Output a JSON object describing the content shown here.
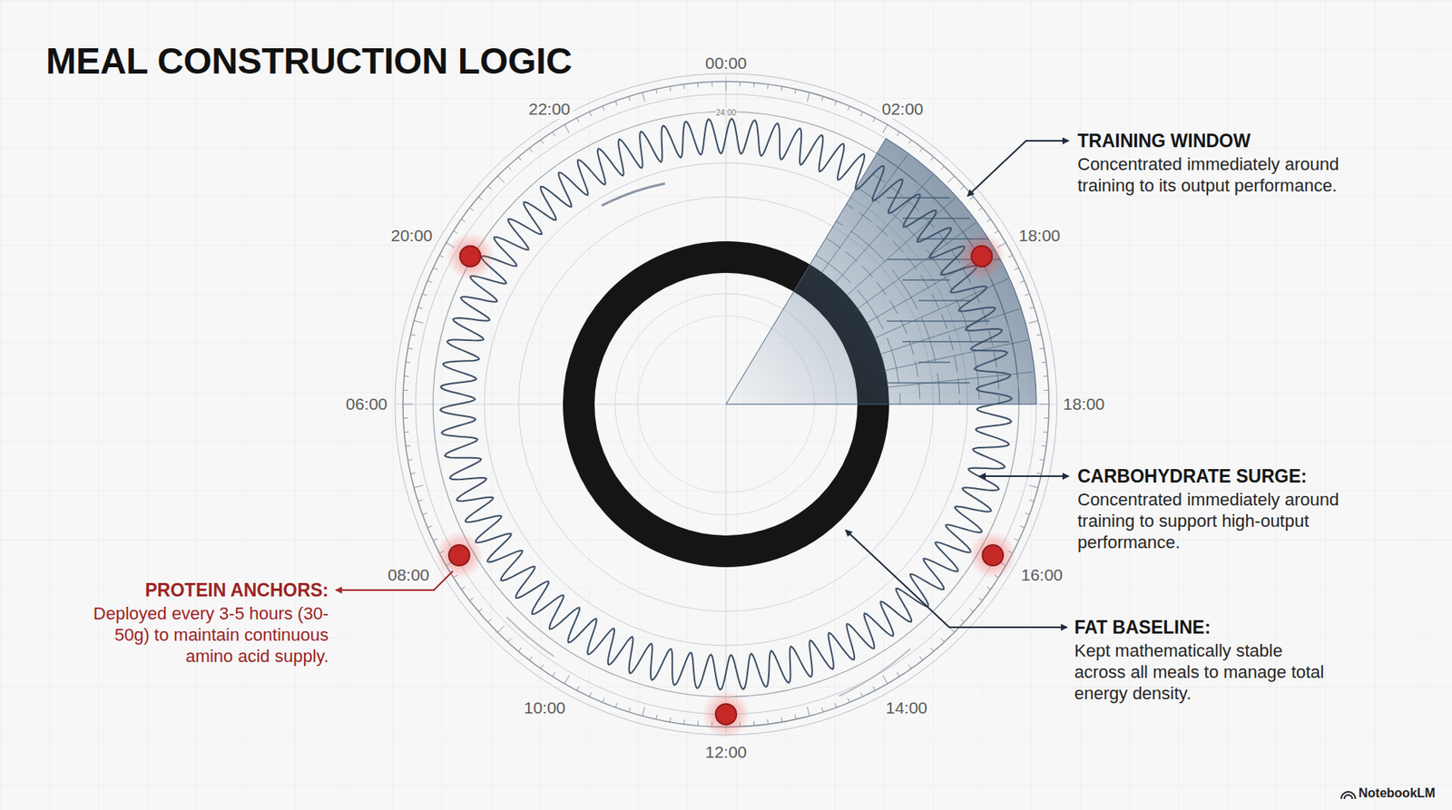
{
  "diagram": {
    "title": "MEAL CONSTRUCTION LOGIC",
    "labels": [
      "00:00",
      "22:00",
      "02:00",
      "20:00",
      "18:00",
      "06:00",
      "18:00",
      "08:00",
      "16:00",
      "10:00",
      "14:00",
      "12:00",
      "24:00",
      "TRAINING WINDOW",
      "Concentrated immediately around training to its output performance.",
      "CARBOHYDRATE SURGE:",
      "Concentrated immediately around training to support high-output performance.",
      "FAT BASELINE:",
      "Kept mathematically stable across all meals to manage total energy density.",
      "PROTEIN ANCHORS:",
      "Deployed every 3-5 hours (30-50g) to maintain continuous amino acid supply.",
      "NotebookLM"
    ]
  }
}
